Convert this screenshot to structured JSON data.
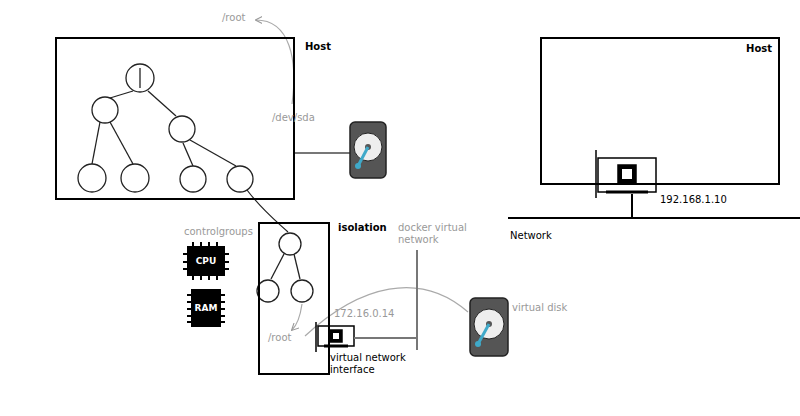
{
  "diagram": {
    "nodes": [
      {
        "text": [
          "Host"
        ]
      },
      {
        "text": [
          "Host"
        ]
      },
      {
        "text": [
          "isolation"
        ]
      }
    ],
    "labels": [
      "/root",
      "/dev/sda",
      "192.168.1.10",
      "Network",
      "controlgroups",
      "CPU",
      "RAM",
      "/root",
      "172.16.0.14",
      "docker virtual network",
      "virtual network interface",
      "virtual disk"
    ]
  }
}
